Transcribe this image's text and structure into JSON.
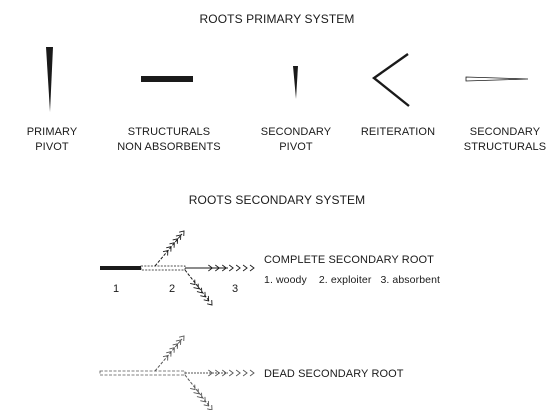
{
  "primary_title": "ROOTS PRIMARY SYSTEM",
  "primary_items": [
    {
      "line1": "PRIMARY",
      "line2": "PIVOT",
      "symbol": "tapering-vertical-wedge"
    },
    {
      "line1": "STRUCTURALS",
      "line2": "NON ABSORBENTS",
      "symbol": "thick-horizontal-bar"
    },
    {
      "line1": "SECONDARY",
      "line2": "PIVOT",
      "symbol": "small-vertical-wedge"
    },
    {
      "line1": "REITERATION",
      "line2": "",
      "symbol": "open-angle"
    },
    {
      "line1": "SECONDARY",
      "line2": "STRUCTURALS",
      "symbol": "thin-horizontal-wedge"
    }
  ],
  "secondary_title": "ROOTS SECONDARY SYSTEM",
  "complete_root": {
    "label": "COMPLETE SECONDARY ROOT",
    "legend": [
      "1. woody",
      "2. exploiter",
      "3. absorbent"
    ],
    "segment_numbers": [
      "1",
      "2",
      "3"
    ]
  },
  "dead_root": {
    "label": "DEAD SECONDARY ROOT"
  },
  "colors": {
    "ink": "#1a1a1a",
    "dead": "#777777"
  }
}
